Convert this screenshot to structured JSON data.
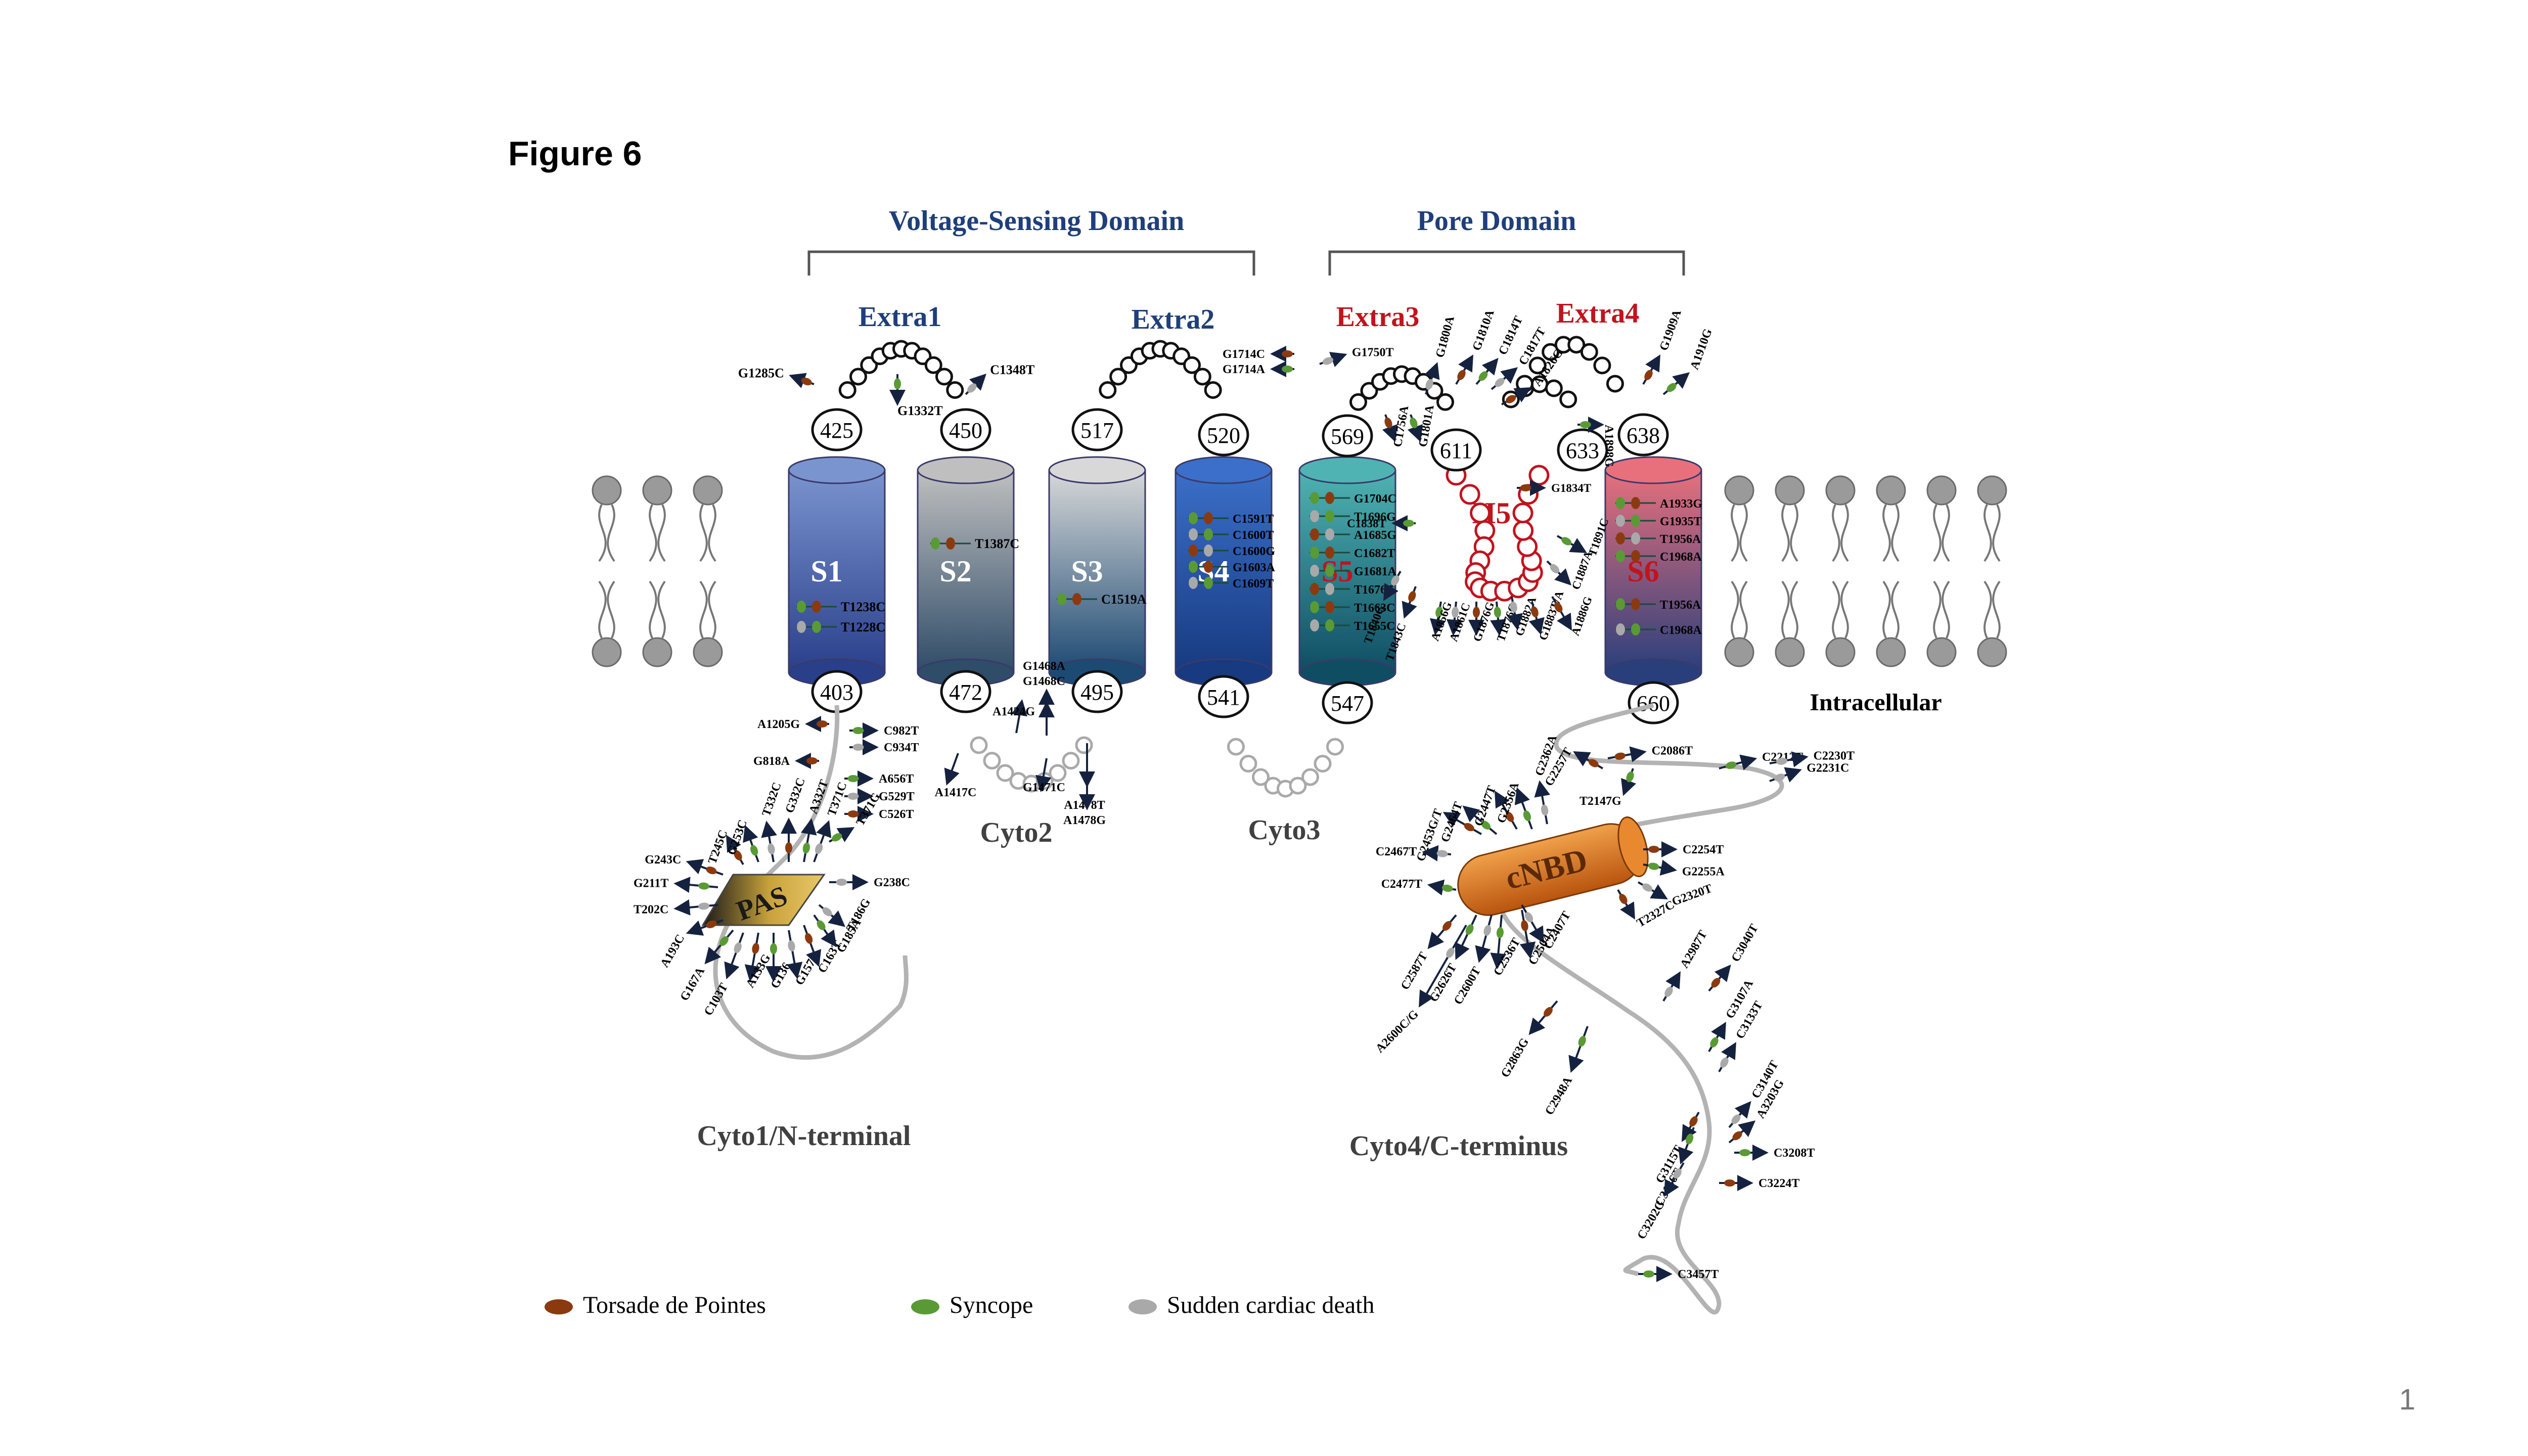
{
  "figure_title": "Figure 6",
  "page_number": "1",
  "domains": {
    "voltage_sensing": "Voltage-Sensing Domain",
    "pore": "Pore Domain"
  },
  "loops": {
    "extra1": "Extra1",
    "extra2": "Extra2",
    "extra3": "Extra3",
    "extra4": "Extra4",
    "h5": "H5"
  },
  "regions": {
    "cyto1": "Cyto1/N-terminal",
    "cyto2": "Cyto2",
    "cyto3": "Cyto3",
    "cyto4": "Cyto4/C-terminus",
    "intracellular": "Intracellular"
  },
  "domain_labels": {
    "pas": "PAS",
    "cnbd": "cNBD"
  },
  "segments": [
    {
      "label": "S1",
      "color_top": "#7a94cf",
      "color_bottom": "#2a3f8a"
    },
    {
      "label": "S2",
      "color_top": "#bfbfbf",
      "color_bottom": "#2f4c68"
    },
    {
      "label": "S3",
      "color_top": "#d8d8d8",
      "color_bottom": "#1d4a73"
    },
    {
      "label": "S4",
      "color_top": "#3b6fc9",
      "color_bottom": "#173a80"
    },
    {
      "label": "S5",
      "color_top": "#4fb3b3",
      "color_bottom": "#0f4d63"
    },
    {
      "label": "S6",
      "color_top": "#e8707d",
      "color_bottom": "#293f7c"
    }
  ],
  "residues": [
    "425",
    "450",
    "517",
    "520",
    "569",
    "611",
    "633",
    "638",
    "403",
    "472",
    "495",
    "541",
    "547",
    "660"
  ],
  "mutations": {
    "extra1": [
      "G1285C",
      "G1332T",
      "C1348T"
    ],
    "extra3": [
      "G1714C",
      "G1714A",
      "G1750T",
      "C1756A",
      "G1801A",
      "G1800A",
      "G1810A",
      "C1814T",
      "C1817T",
      "A1826G"
    ],
    "extra4": [
      "A1898G",
      "G1909A",
      "A1910G"
    ],
    "s1": [
      "T1238C",
      "T1228C"
    ],
    "s2": [
      "T1387C"
    ],
    "s3": [
      "C1519A"
    ],
    "s4": [
      "C1591T",
      "C1600T",
      "C1600G",
      "G1603A",
      "C1609T"
    ],
    "s5": [
      "G1704C",
      "T1696G",
      "A1685G",
      "C1682T",
      "G1681A",
      "T1676A",
      "T1663C",
      "T1655C"
    ],
    "h5": [
      "G1834T",
      "C1838T",
      "T1840G",
      "T1843C",
      "A1856G",
      "A1861C",
      "G1876G",
      "T1876C",
      "G1882A",
      "G1883T/A",
      "T1891C",
      "C1887A",
      "A1886G"
    ],
    "s6": [
      "A1933G",
      "G1935T",
      "T1956A",
      "C1968A"
    ],
    "cyto1": [
      "A1205G",
      "C982T",
      "C934T",
      "G818A",
      "A656T",
      "G529T",
      "C526T",
      "T371G",
      "G238C",
      "T245C",
      "G253C",
      "T332C",
      "G332C",
      "A332T",
      "T371C",
      "G243C",
      "G211T",
      "T202C",
      "A193C",
      "G167A",
      "C103T",
      "A133G",
      "G136",
      "G157A",
      "C163T",
      "G185A",
      "T186G"
    ],
    "cyto2": [
      "G1468A",
      "G1468C",
      "A1424G",
      "A1417C",
      "G1471C",
      "A1478T",
      "A1478G"
    ],
    "cyto4": [
      "C2086T",
      "C2212T",
      "C2230T",
      "G2257T",
      "T2147G",
      "G2231C",
      "G2453G/T",
      "G2464T",
      "C2467T",
      "G2447T",
      "G2356A",
      "G2362A",
      "C2254T",
      "G2255A",
      "G2320T",
      "T2327C",
      "C2477T",
      "C2407T",
      "C2587T",
      "G2626T",
      "C2600T",
      "C2504A",
      "C2536T",
      "A2600C/G",
      "G2863G",
      "C2948A",
      "A2987T",
      "C3040T",
      "G3107A",
      "C3133T",
      "G3115T",
      "C3136T",
      "C3140T",
      "A3203G",
      "C3208T",
      "C3202G",
      "C3224T",
      "C3457T"
    ]
  },
  "legend": [
    {
      "label": "Torsade de Pointes",
      "color": "#8b3a0f"
    },
    {
      "label": "Syncope",
      "color": "#5a9a35"
    },
    {
      "label": "Sudden cardiac death",
      "color": "#a9a9a9"
    }
  ],
  "colors": {
    "domain_blue": "#1f3f7a",
    "pore_red": "#c0141e",
    "cnbd_orange": "#d8711e",
    "pas_gold": "#c9a23b",
    "arrow": "#15223f"
  }
}
